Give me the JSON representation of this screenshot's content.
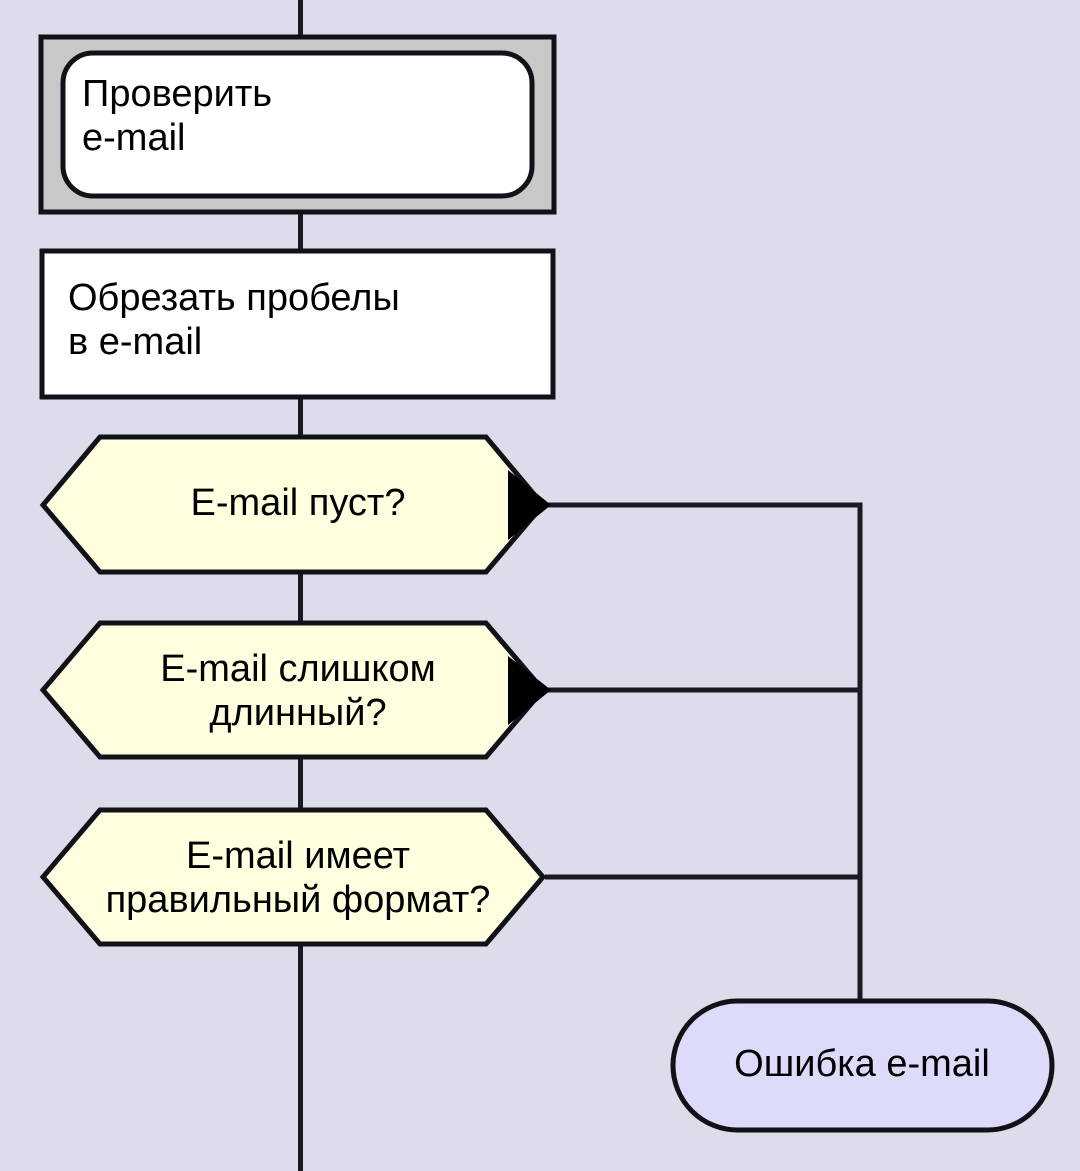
{
  "diagram": {
    "title": "E-mail validation flowchart",
    "language": "ru",
    "background_color": "#dcdcea",
    "nodes": [
      {
        "id": "check-email",
        "shape": "framed-rounded-rect",
        "label_line1": "Проверить",
        "label_line2": "e-mail",
        "fill": "#ffffff",
        "frame_fill": "#c8c8c8",
        "stroke": "#111118"
      },
      {
        "id": "trim-spaces",
        "shape": "rect",
        "label_line1": "Обрезать пробелы",
        "label_line2": "в e-mail",
        "fill": "#ffffff",
        "stroke": "#111118"
      },
      {
        "id": "email-empty",
        "shape": "hexagon",
        "label_line1": "E-mail пуст?",
        "label_line2": "",
        "fill": "#ffffe0",
        "stroke": "#111118",
        "has_arrow_marker": true
      },
      {
        "id": "email-too-long",
        "shape": "hexagon",
        "label_line1": "E-mail слишком",
        "label_line2": "длинный?",
        "fill": "#ffffe0",
        "stroke": "#111118",
        "has_arrow_marker": true
      },
      {
        "id": "email-valid-format",
        "shape": "hexagon",
        "label_line1": "E-mail имеет",
        "label_line2": "правильный формат?",
        "fill": "#ffffe0",
        "stroke": "#111118",
        "has_arrow_marker": false
      },
      {
        "id": "email-error",
        "shape": "stadium",
        "label_line1": "Ошибка e-mail",
        "label_line2": "",
        "fill": "#dcdcfa",
        "stroke": "#111118"
      }
    ],
    "edges": [
      {
        "id": "edge-top-into-check",
        "from": "top-boundary",
        "to": "check-email",
        "label": ""
      },
      {
        "id": "edge-check-to-trim",
        "from": "check-email",
        "to": "trim-spaces",
        "label": ""
      },
      {
        "id": "edge-trim-to-empty",
        "from": "trim-spaces",
        "to": "email-empty",
        "label": ""
      },
      {
        "id": "edge-empty-to-too-long",
        "from": "email-empty",
        "to": "email-too-long",
        "label": ""
      },
      {
        "id": "edge-too-long-to-format",
        "from": "email-too-long",
        "to": "email-valid-format",
        "label": ""
      },
      {
        "id": "edge-format-to-bottom",
        "from": "email-valid-format",
        "to": "bottom-boundary",
        "label": ""
      },
      {
        "id": "edge-empty-to-error",
        "from": "email-empty",
        "to": "email-error",
        "label": ""
      },
      {
        "id": "edge-too-long-to-error",
        "from": "email-too-long",
        "to": "email-error",
        "label": ""
      },
      {
        "id": "edge-format-to-error",
        "from": "email-valid-format",
        "to": "email-error",
        "label": ""
      }
    ]
  }
}
